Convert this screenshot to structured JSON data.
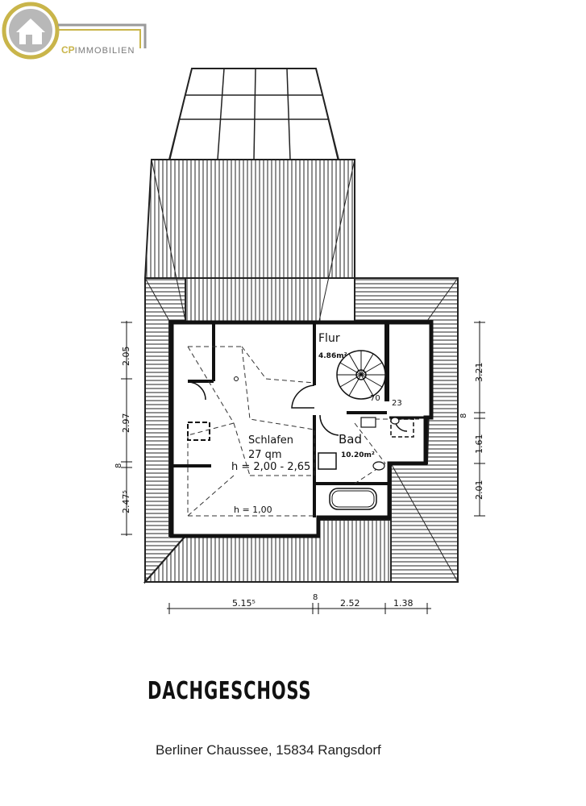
{
  "logo": {
    "brand_initials": "CP",
    "brand_name": "IMMOBILIEN",
    "colors": {
      "gold": "#c9b54a",
      "grey": "#8a8a8a"
    }
  },
  "rooms": {
    "flur_name": "Flur",
    "flur_area": "4.86m²",
    "schlafen_name": "Schlafen",
    "schlafen_area": "27 qm",
    "schlafen_height": "h = 2,00 - 2,65",
    "schlafen_low_height": "h = 1,00",
    "bad_name": "Bad",
    "bad_area": "10.20m²",
    "small_70": "70",
    "small_23": "23"
  },
  "dimensions": {
    "left": [
      "2.05",
      "2.97",
      "8",
      "2.47⁵"
    ],
    "right": [
      "3.21",
      "8",
      "1.61",
      "2.01"
    ],
    "bottom": [
      "5.15⁵",
      "8",
      "2.52",
      "1.38"
    ]
  },
  "title": "DACHGESCHOSS",
  "address": "Berliner Chaussee, 15834 Rangsdorf"
}
